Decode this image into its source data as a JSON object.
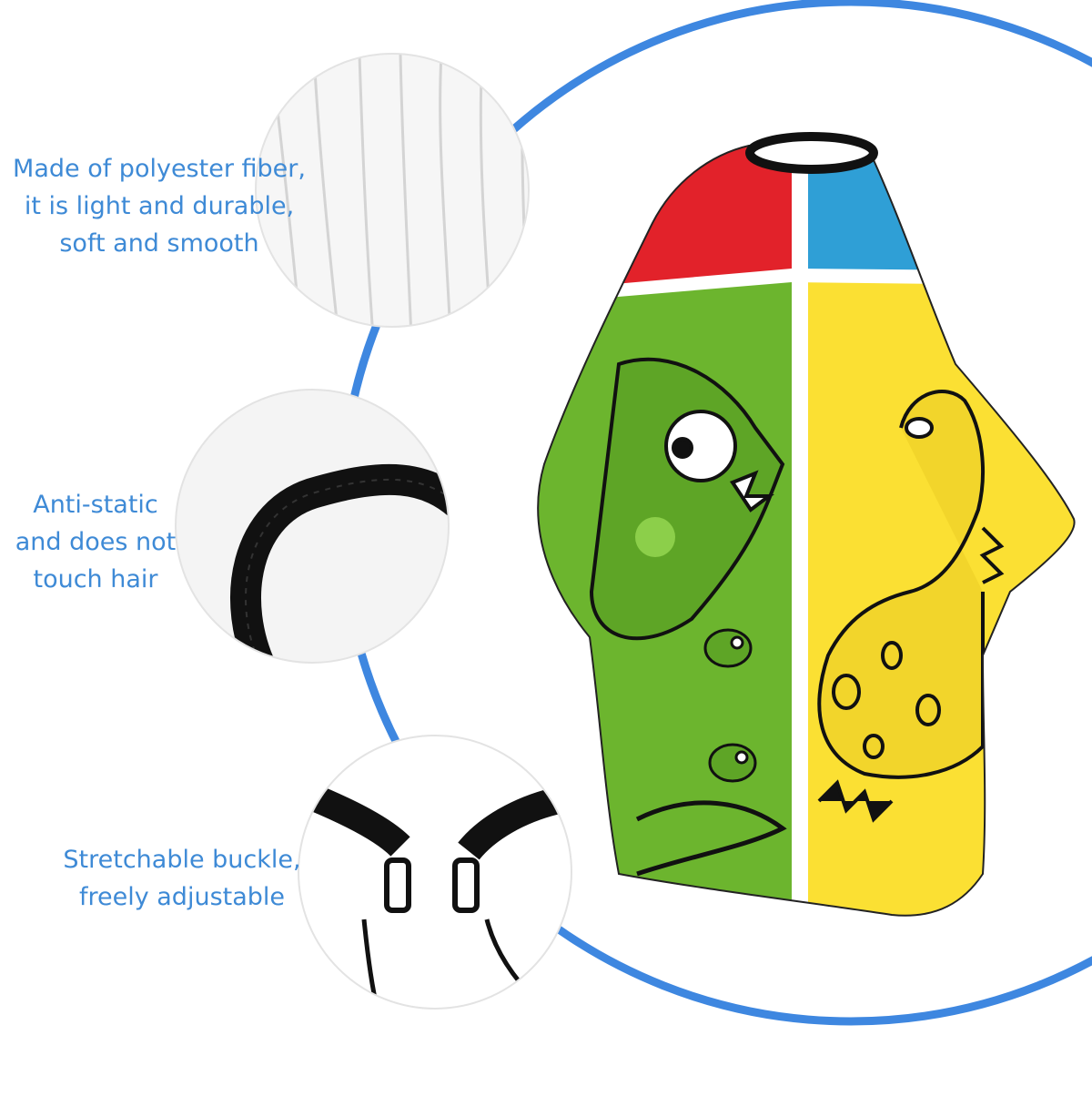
{
  "features": [
    {
      "text": "Made of polyester fiber,\nit is light and durable,\nsoft and smooth",
      "detail": "fabric-closeup"
    },
    {
      "text": "Anti-static\nand does not\ntouch hair",
      "detail": "elastic-neckband-closeup"
    },
    {
      "text": "Stretchable buckle,\nfreely adjustable",
      "detail": "adjustable-buckle-closeup"
    }
  ],
  "colors": {
    "accent_ring": "#3e87e0",
    "label_text": "#3e8ad6",
    "cape_red": "#e2222a",
    "cape_blue": "#2f9fd6",
    "cape_green": "#6cb52e",
    "cape_yellow": "#fbe033",
    "band_black": "#111111"
  },
  "product": {
    "type": "barber-cape",
    "print": "cartoon-dinosaurs"
  }
}
